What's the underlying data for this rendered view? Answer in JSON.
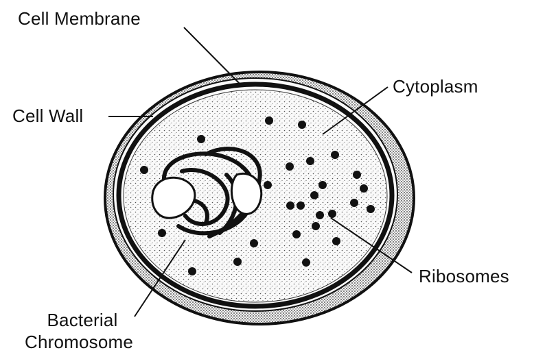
{
  "labels": {
    "cell_membrane": "Cell Membrane",
    "cytoplasm": "Cytoplasm",
    "cell_wall": "Cell Wall",
    "ribosomes": "Ribosomes",
    "bacterial_chromosome_line1": "Bacterial",
    "bacterial_chromosome_line2": "Chromosome"
  },
  "colors": {
    "ink": "#111111",
    "background": "#ffffff",
    "stipple": "#777777"
  }
}
